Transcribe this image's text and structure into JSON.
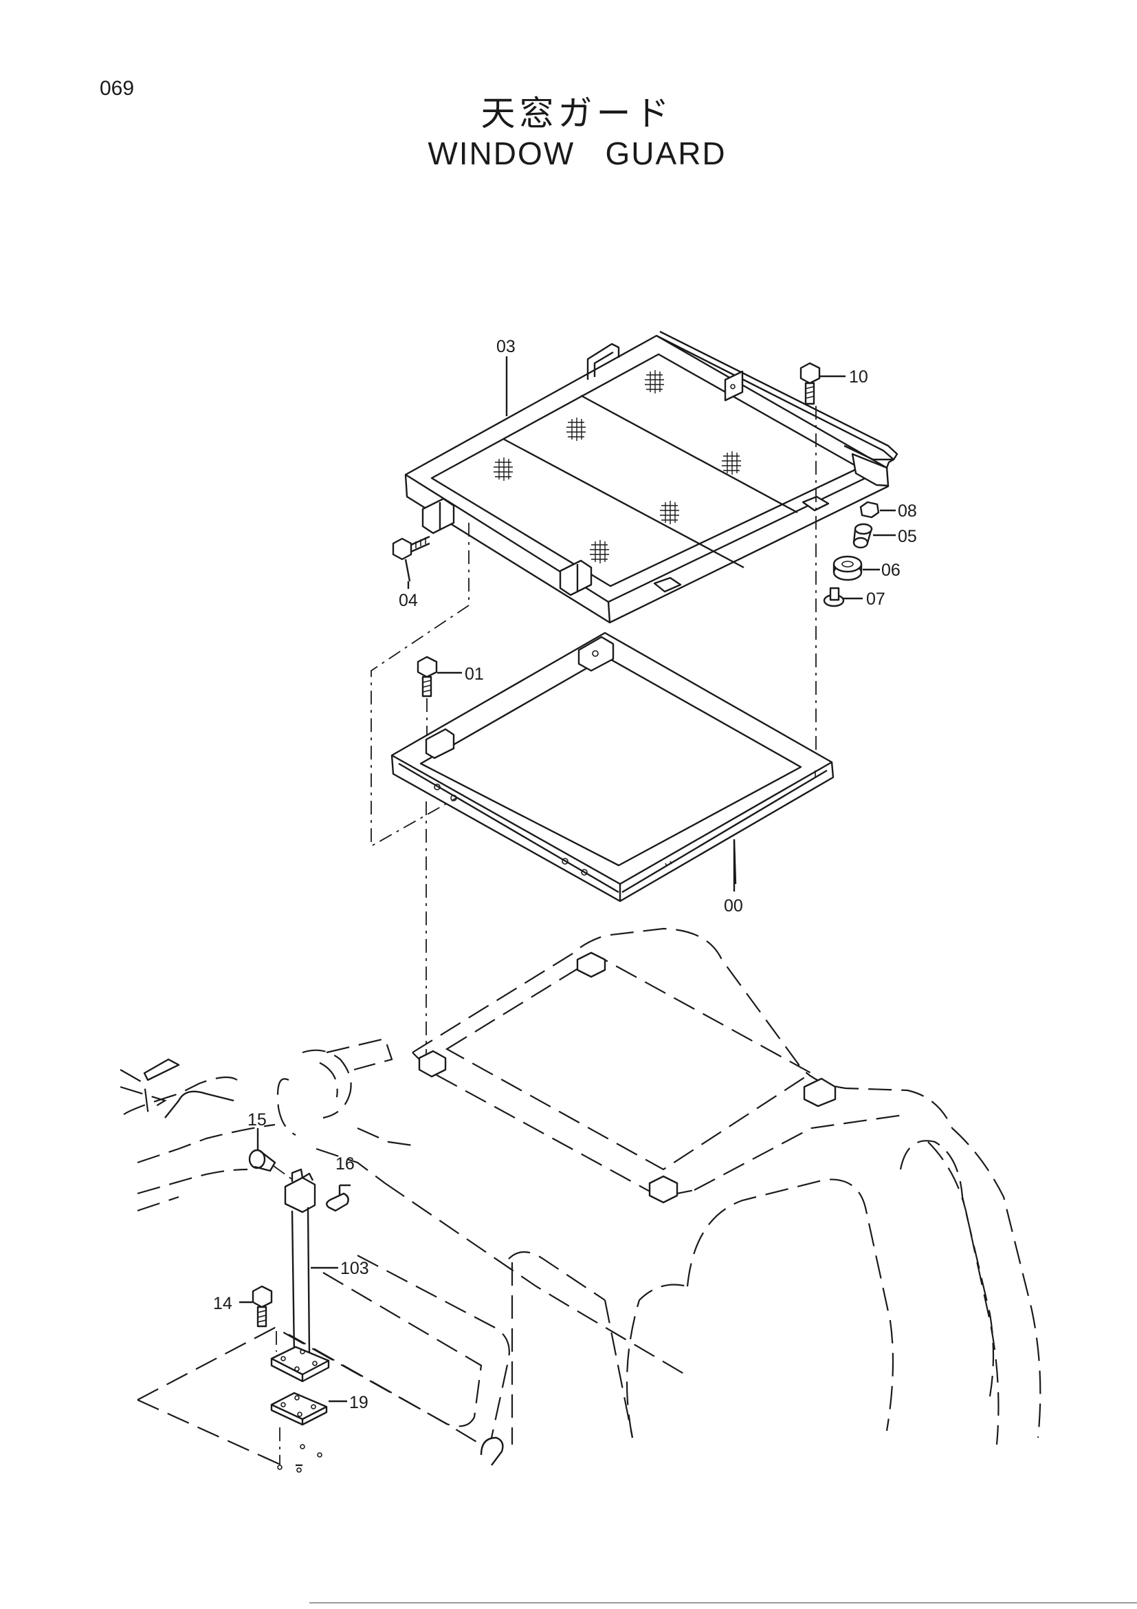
{
  "page_number": "069",
  "title": {
    "japanese": "天窓ガード",
    "english": "WINDOW   GUARD"
  },
  "callouts": {
    "c03": "03",
    "c10": "10",
    "c08": "08",
    "c05": "05",
    "c06": "06",
    "c07": "07",
    "c04": "04",
    "c01": "01",
    "c00": "00",
    "c15": "15",
    "c16": "16",
    "c103": "103",
    "c14": "14",
    "c19": "19"
  }
}
